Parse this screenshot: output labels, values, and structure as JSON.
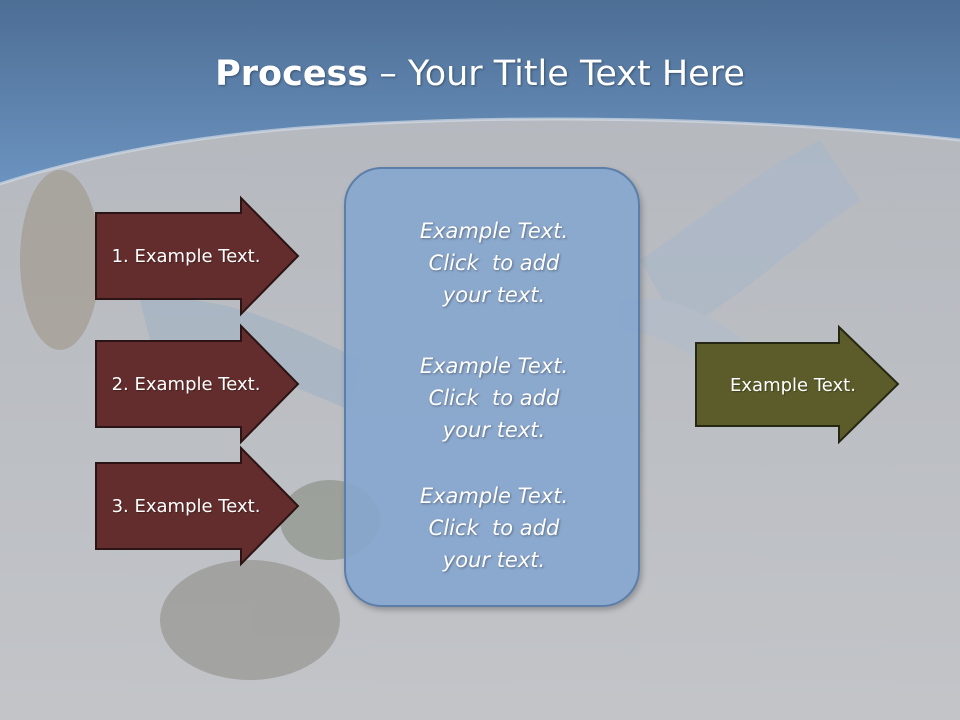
{
  "title": {
    "bold": "Process",
    "rest": " – Your Title Text Here"
  },
  "inputs": [
    {
      "label": "1. Example Text."
    },
    {
      "label": "2. Example Text."
    },
    {
      "label": "3. Example Text."
    }
  ],
  "center_blocks": [
    {
      "lines": [
        "Example Text.",
        "Click  to add",
        "your text."
      ]
    },
    {
      "lines": [
        "Example Text.",
        "Click  to add",
        "your text."
      ]
    },
    {
      "lines": [
        "Example Text.",
        "Click  to add",
        "your text."
      ]
    }
  ],
  "output": {
    "label": "Example Text."
  },
  "colors": {
    "header_blue": "#5f86b3",
    "input_arrow": "#642d2d",
    "output_arrow": "#5b5c2a",
    "center_box": "#87a6ce",
    "text": "#ffffff"
  }
}
